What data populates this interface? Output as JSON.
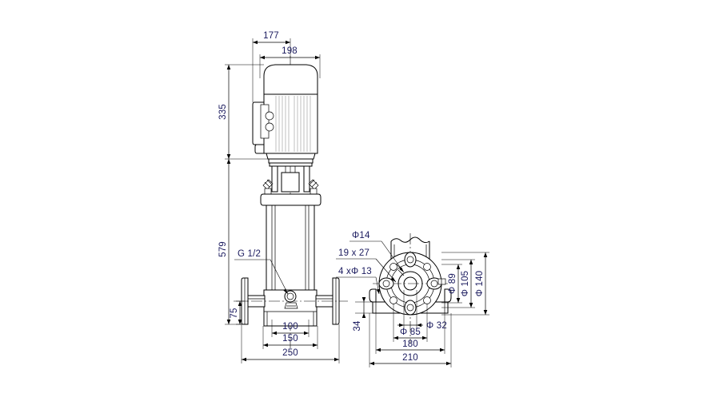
{
  "document": {
    "type": "technical-dimensional-drawing",
    "subject": "Vertical multistage centrifugal pump",
    "views": [
      "front-elevation",
      "top-plan"
    ],
    "background_color": "#ffffff",
    "line_color": "#000000",
    "dimension_text_color": "#1a1a5e"
  },
  "front_view": {
    "dimensions": {
      "motor_width_inner": "177",
      "motor_width_outer": "198",
      "motor_height": "335",
      "total_height": "579",
      "flange_centerline_height": "75",
      "base_bolt_spacing": "100",
      "base_width": "150",
      "flange_to_flange": "250"
    },
    "callouts": {
      "priming_plug": "G 1/2"
    }
  },
  "top_view": {
    "callouts": {
      "hole_dia_14": "Φ14",
      "slot_19x27": "19 x 27",
      "four_holes_13": "4 xΦ 13"
    },
    "dimensions": {
      "bolt_circle_89": "Φ 89",
      "bolt_circle_105": "Φ 105",
      "flange_dia_140": "Φ 140",
      "offset_34": "34",
      "bore_32": "Φ 32",
      "bolt_circle_85": "Φ 85",
      "base_length_180": "180",
      "base_length_210": "210"
    }
  }
}
